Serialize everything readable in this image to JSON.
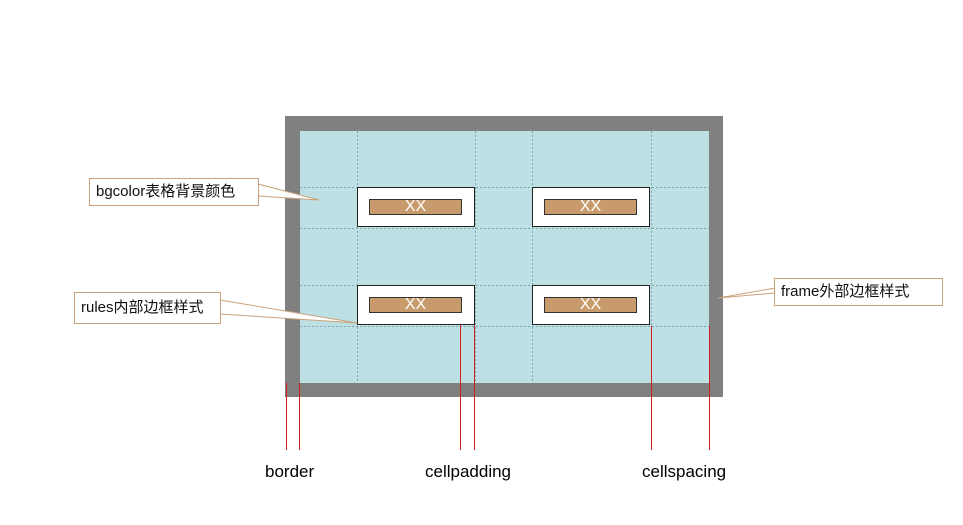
{
  "cells": [
    {
      "text": "XX"
    },
    {
      "text": "XX"
    },
    {
      "text": "XX"
    },
    {
      "text": "XX"
    }
  ],
  "callouts": {
    "bgcolor": "bgcolor表格背景颜色",
    "rules": "rules内部边框样式",
    "frame": "frame外部边框样式"
  },
  "labels": {
    "border": "border",
    "cellpadding": "cellpadding",
    "cellspacing": "cellspacing"
  },
  "colors": {
    "table_border": "#808080",
    "table_bg": "#bce0e4",
    "cell_bg": "#ffffff",
    "content": "#c89b6c",
    "callout_border": "#c9a27c",
    "marker_line": "#d22020",
    "grid_line": "#7fa7ad"
  }
}
